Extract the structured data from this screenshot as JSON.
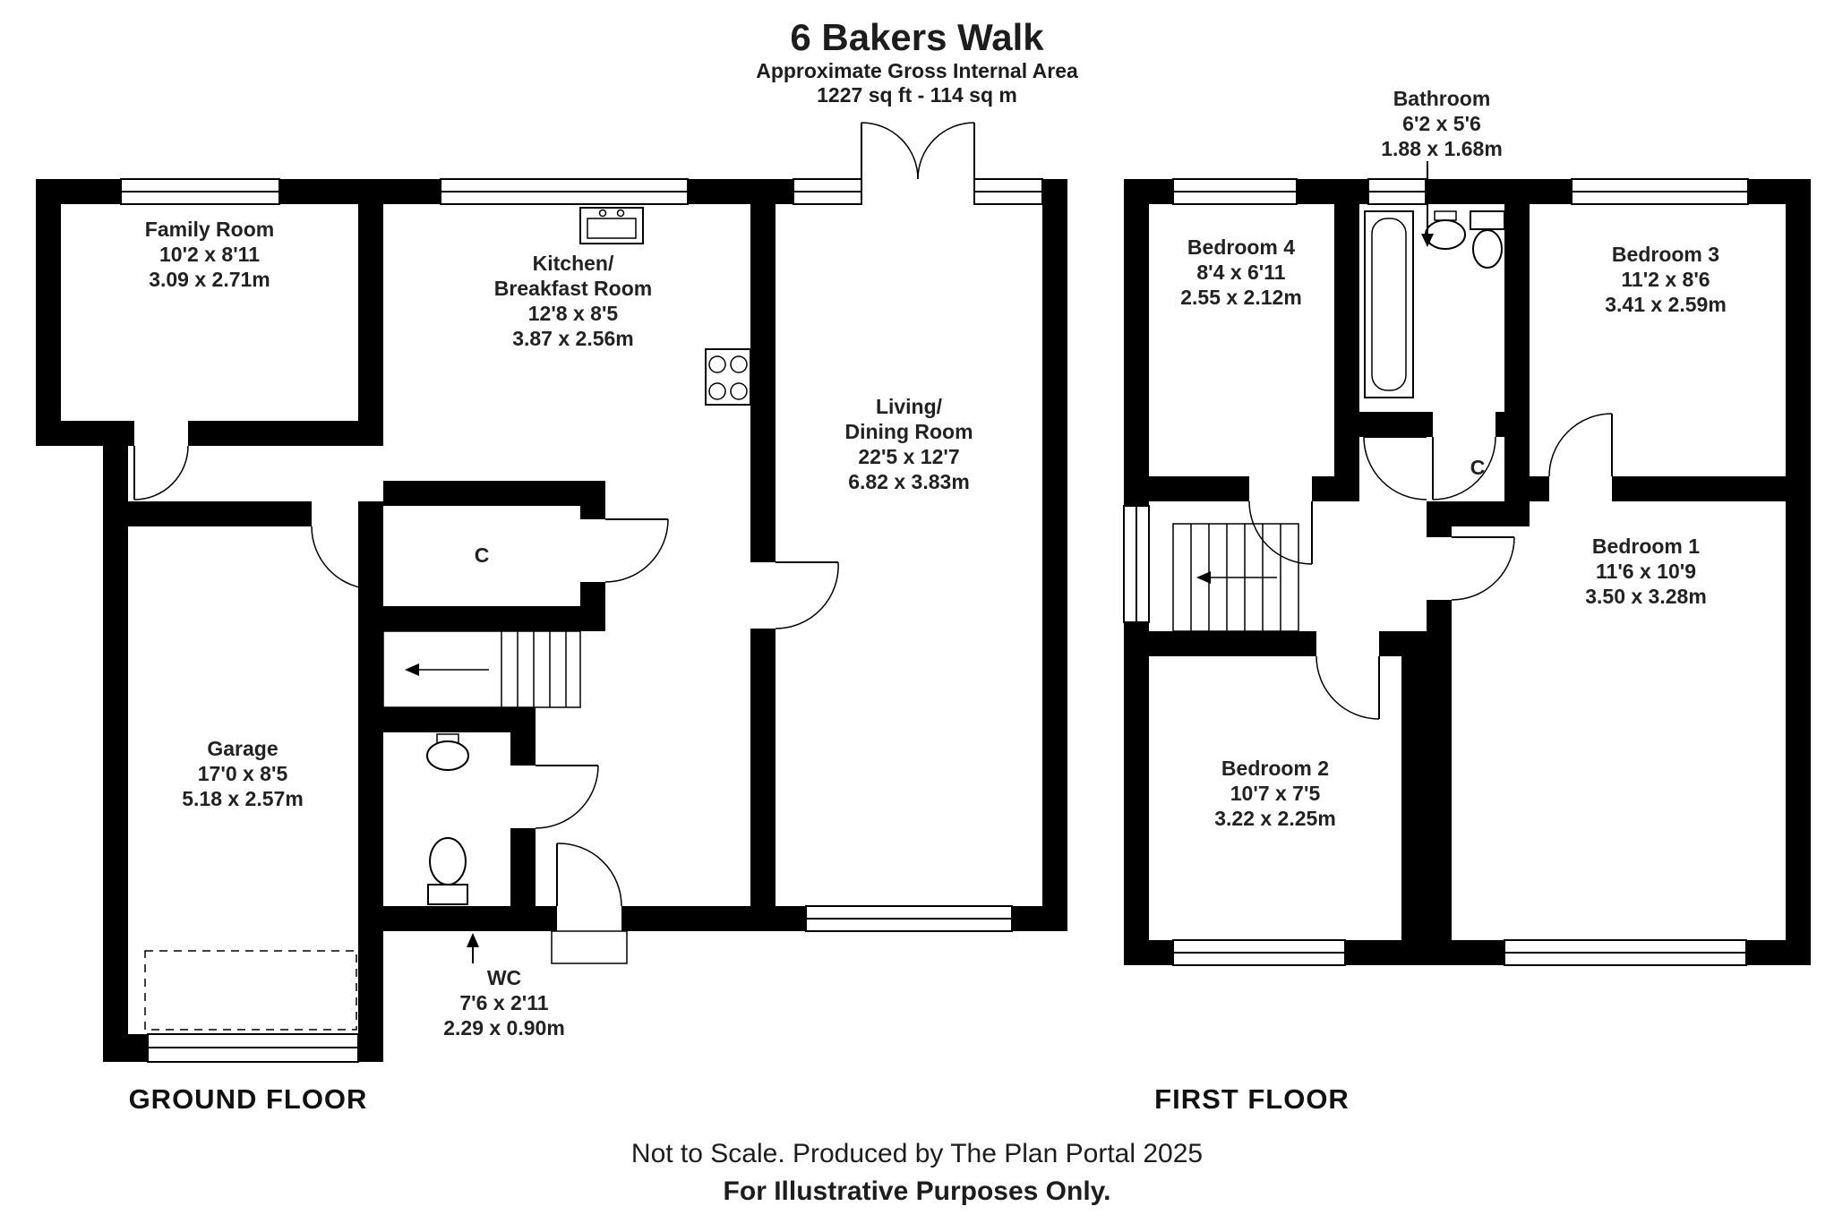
{
  "header": {
    "title": "6 Bakers Walk",
    "subtitle": "Approximate Gross Internal Area",
    "area": "1227 sq ft - 114 sq m"
  },
  "ground_floor": {
    "label": "GROUND FLOOR",
    "family_room": {
      "name": "Family Room",
      "imperial": "10'2 x 8'11",
      "metric": "3.09 x 2.71m"
    },
    "kitchen": {
      "name_line1": "Kitchen/",
      "name_line2": "Breakfast Room",
      "imperial": "12'8 x 8'5",
      "metric": "3.87 x 2.56m"
    },
    "living": {
      "name_line1": "Living/",
      "name_line2": "Dining Room",
      "imperial": "22'5 x 12'7",
      "metric": "6.82 x 3.83m"
    },
    "garage": {
      "name": "Garage",
      "imperial": "17'0 x 8'5",
      "metric": "5.18 x 2.57m"
    },
    "wc": {
      "name": "WC",
      "imperial": "7'6 x 2'11",
      "metric": "2.29 x 0.90m"
    },
    "cupboard": "C"
  },
  "first_floor": {
    "label": "FIRST FLOOR",
    "bathroom": {
      "name": "Bathroom",
      "imperial": "6'2 x 5'6",
      "metric": "1.88 x 1.68m"
    },
    "bedroom4": {
      "name": "Bedroom 4",
      "imperial": "8'4 x 6'11",
      "metric": "2.55 x 2.12m"
    },
    "bedroom3": {
      "name": "Bedroom 3",
      "imperial": "11'2 x 8'6",
      "metric": "3.41 x 2.59m"
    },
    "bedroom2": {
      "name": "Bedroom 2",
      "imperial": "10'7 x 7'5",
      "metric": "3.22 x 2.25m"
    },
    "bedroom1": {
      "name": "Bedroom 1",
      "imperial": "11'6 x 10'9",
      "metric": "3.50 x 3.28m"
    },
    "cupboard": "C"
  },
  "footer": {
    "line1": "Not to Scale. Produced by The Plan Portal 2025",
    "line2": "For Illustrative Purposes Only."
  },
  "icons": [
    "kitchen-sink-icon",
    "hob-icon",
    "wc-sink-icon",
    "toilet-icon",
    "bathtub-icon",
    "bathroom-sink-icon",
    "bathroom-toilet-icon",
    "stairs-up-arrow-icon",
    "french-doors-icon",
    "pointer-arrow-icon"
  ],
  "colors": {
    "wall": "#000000",
    "background": "#ffffff",
    "text": "#1d1d1d"
  }
}
